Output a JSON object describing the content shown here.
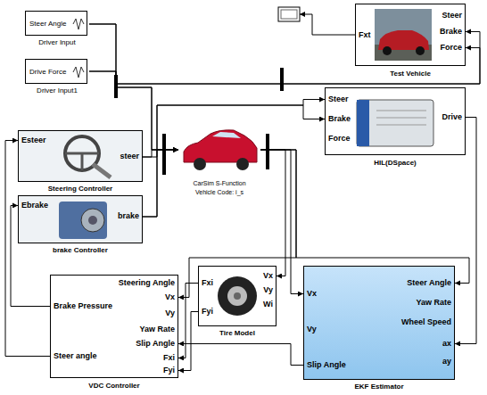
{
  "diagram": {
    "nodes": [
      {
        "text": [
          "Steer Angle",
          "Driver Input"
        ]
      },
      {
        "text": [
          "Drive Force",
          "Driver Input1"
        ]
      },
      {
        "text": [
          "Esteer",
          "steer",
          "Steering Controller"
        ]
      },
      {
        "text": [
          "Ebrake",
          "brake",
          "brake Controller"
        ]
      },
      {
        "text": [
          "CarSim S-Function",
          "Vehicle Code: i_s"
        ]
      },
      {
        "text": [
          "Fxi",
          "Fyi",
          "Vx",
          "Vy",
          "Wi",
          "Tire Model"
        ]
      },
      {
        "text": [
          "Fxt",
          "Steer",
          "Brake",
          "Force",
          "Test Vehicle"
        ]
      },
      {
        "text": [
          "Steer",
          "Brake",
          "Force",
          "Drive",
          "HIL(DSpace)"
        ]
      },
      {
        "text": [
          "Steering Angle",
          "Vx",
          "Vy",
          "Yaw Rate",
          "Slip Angle",
          "Fxi",
          "Fyi",
          "Brake Pressure",
          "Steer angle",
          "VDC Controller"
        ]
      },
      {
        "text": [
          "Steer Angle",
          "Yaw Rate",
          "Wheel Speed",
          "ax",
          "ay",
          "Vx",
          "Vy",
          "Slip Angle",
          "EKF Estimator"
        ]
      }
    ],
    "edges": [
      {
        "from": 0,
        "to": 4,
        "arrow": "to"
      },
      {
        "from": 1,
        "to": 4,
        "arrow": "to"
      },
      {
        "from": 2,
        "to": 4,
        "arrow": "to"
      },
      {
        "from": 3,
        "to": 4,
        "arrow": "to"
      },
      {
        "from": 0,
        "to": 6,
        "arrow": "to"
      },
      {
        "from": 1,
        "to": 6,
        "arrow": "to"
      },
      {
        "from": 2,
        "to": 7,
        "arrow": "to"
      },
      {
        "from": 3,
        "to": 7,
        "arrow": "to"
      },
      {
        "from": 7,
        "to": 9,
        "arrow": "to"
      },
      {
        "from": 4,
        "to": 5,
        "arrow": "to"
      },
      {
        "from": 4,
        "to": 9,
        "arrow": "to"
      },
      {
        "from": 4,
        "to": 8,
        "arrow": "to"
      },
      {
        "from": 5,
        "to": 8,
        "arrow": "to"
      },
      {
        "from": 9,
        "to": 8,
        "arrow": "to"
      },
      {
        "from": 4,
        "to": 9,
        "arrow": "to"
      },
      {
        "from": 8,
        "to": 2,
        "arrow": "to"
      },
      {
        "from": 8,
        "to": 3,
        "arrow": "to"
      }
    ]
  }
}
